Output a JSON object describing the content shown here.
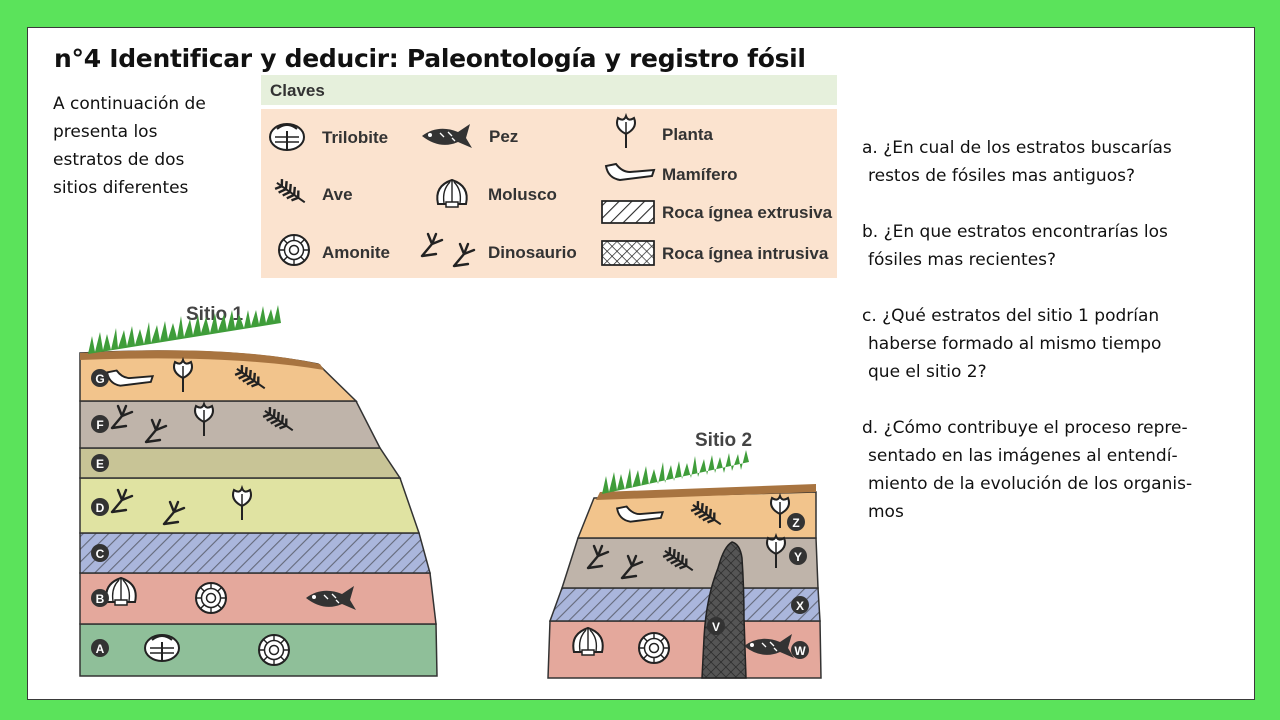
{
  "title": "n°4 Identificar y deducir: Paleontología y registro fósil",
  "intro": [
    "A continuación de",
    "presenta los",
    "estratos de dos",
    "sitios diferentes"
  ],
  "key": {
    "header": "Claves",
    "items": {
      "trilobite": "Trilobite",
      "pez": "Pez",
      "planta": "Planta",
      "mamifero": "Mamífero",
      "ave": "Ave",
      "molusco": "Molusco",
      "extrusiva": "Roca ígnea extrusiva",
      "amonite": "Amonite",
      "dinosaurio": "Dinosaurio",
      "intrusiva": "Roca ígnea intrusiva"
    }
  },
  "sites": {
    "site1": {
      "label": "Sitio 1",
      "layers": [
        "G",
        "F",
        "E",
        "D",
        "C",
        "B",
        "A"
      ]
    },
    "site2": {
      "label": "Sitio 2",
      "layers": [
        "Z",
        "Y",
        "X",
        "W"
      ],
      "intrusion_label": "V"
    }
  },
  "questions": [
    [
      "a.   ¿En cual de los estratos buscarías",
      "restos de fósiles mas antiguos?"
    ],
    [
      "b. ¿En que estratos encontrarías los",
      "fósiles mas recientes?"
    ],
    [
      "c. ¿Qué estratos del sitio 1 podrían",
      "haberse formado al mismo tiempo",
      "que el sitio 2?"
    ],
    [
      "d. ¿Cómo contribuye el proceso repre-",
      "sentado en las imágenes al entendí-",
      "miento de la evolución de los organis-",
      "mos"
    ]
  ],
  "colors": {
    "frame": "#5be35b",
    "key_header_bg": "#e6f0dc",
    "key_body_bg": "#fbe3cf",
    "layer_orange": "#f2c48c",
    "layer_gray": "#bfb4aa",
    "layer_olive": "#c8c496",
    "layer_lime": "#e0e3a2",
    "layer_blue": "#aab6dc",
    "layer_pink": "#e4a89c",
    "layer_green": "#8fbf99"
  }
}
